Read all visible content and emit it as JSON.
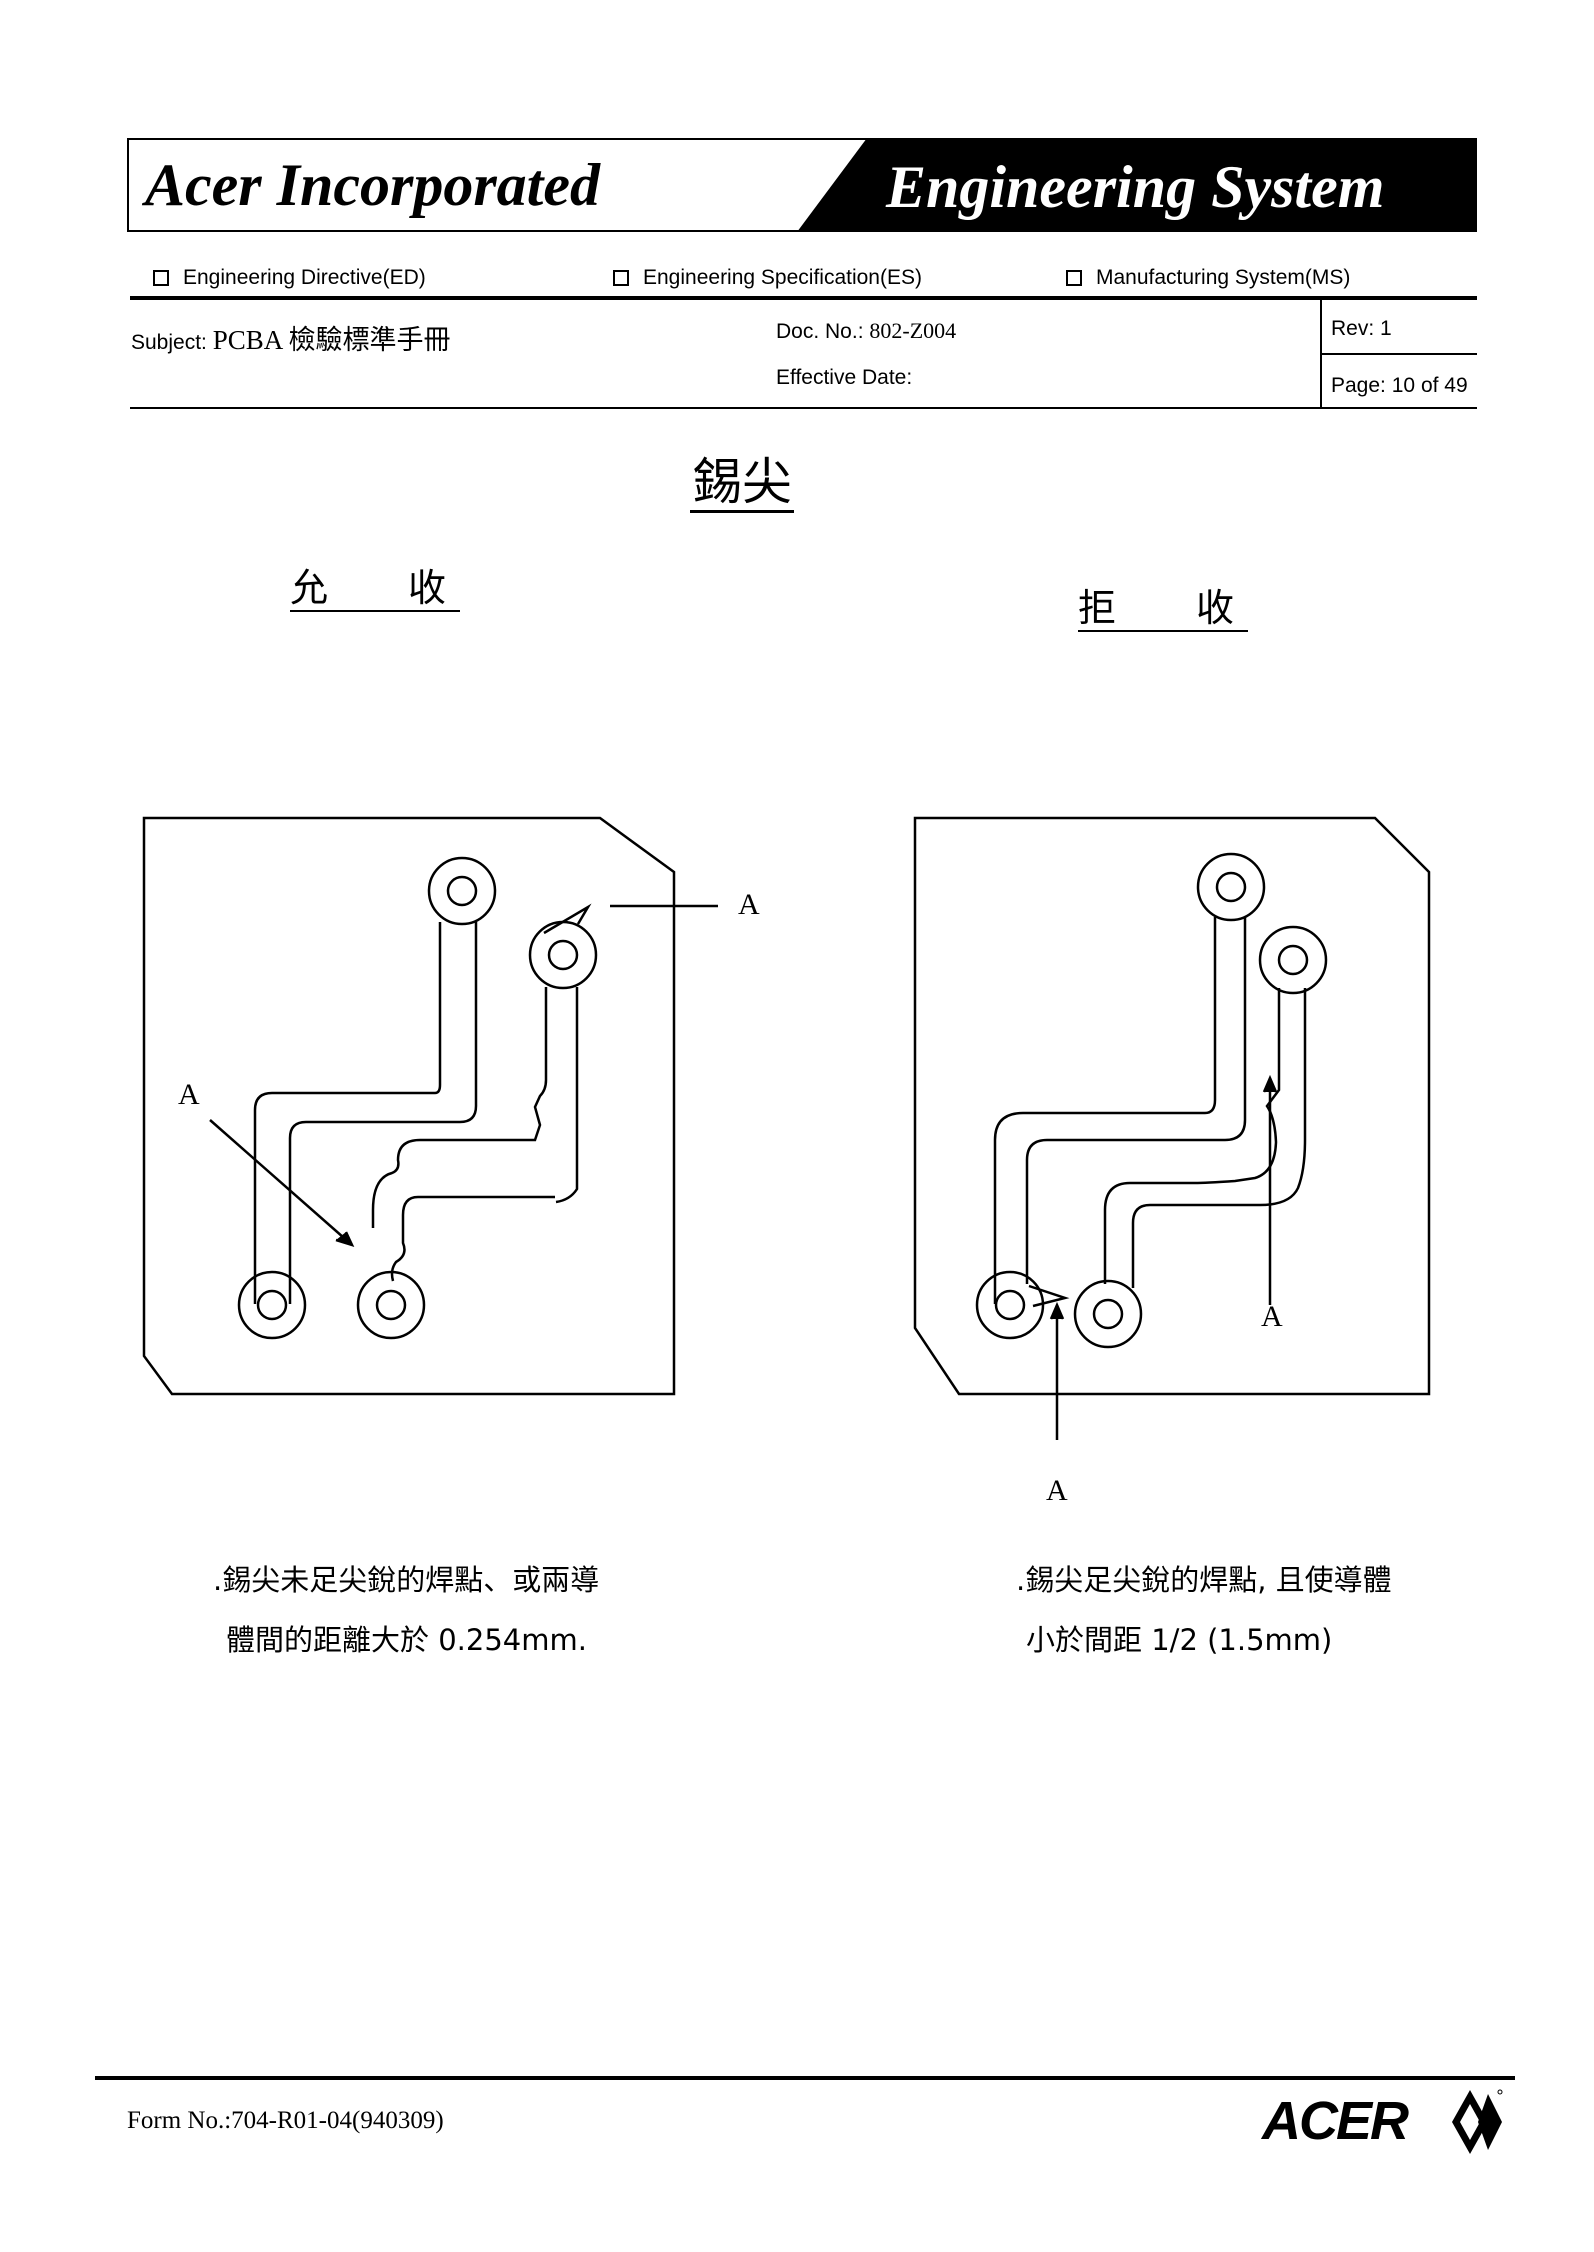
{
  "header": {
    "company": "Acer Incorporated",
    "system": "Engineering System"
  },
  "doc_types": [
    {
      "label": "Engineering  Directive(ED)"
    },
    {
      "label": "Engineering Specification(ES)"
    },
    {
      "label": "Manufacturing System(MS)"
    }
  ],
  "info": {
    "subject_label": "Subject:",
    "subject_value": "PCBA 檢驗標準手冊",
    "doc_no_label": "Doc. No.:",
    "doc_no_value": "802-Z004",
    "effective_date_label": "Effective Date:",
    "rev_label": "Rev:",
    "rev_value": "1",
    "page_label": "Page:",
    "page_value": "10",
    "page_of": "of 49"
  },
  "content": {
    "title": "錫尖",
    "accept_heading": "允收",
    "reject_heading": "拒收",
    "marker": "A",
    "accept_caption_line1": ".錫尖未足尖銳的焊點、或兩導",
    "accept_caption_line2": "體間的距離大於  0.254mm.",
    "reject_caption_line1": ".錫尖足尖銳的焊點, 且使導體",
    "reject_caption_line2": "小於間距 1/2 (1.5mm)"
  },
  "footer": {
    "form_no": "Form No.:704-R01-04(940309)",
    "logo": "ACER"
  }
}
